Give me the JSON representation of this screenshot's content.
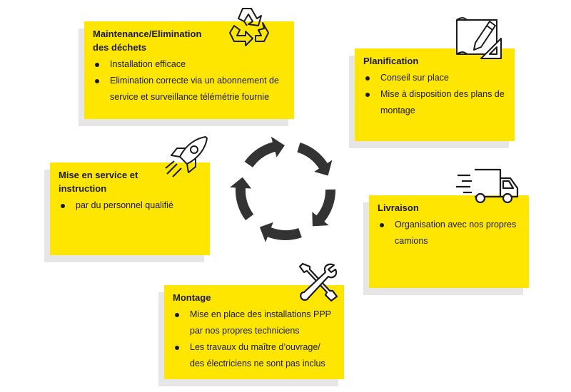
{
  "steps": {
    "maintenance": {
      "title_line1": "Maintenance/Elimination",
      "title_line2": "des déchets",
      "items": [
        "Installation efficace",
        "Elimination correcte via un abonnement de service et surveillance télémétrie fournie"
      ],
      "icon": "recycle-icon"
    },
    "planification": {
      "title": "Planification",
      "items": [
        "Conseil sur place",
        "Mise à disposition des plans de montage"
      ],
      "icon": "blueprint-icon"
    },
    "livraison": {
      "title": "Livraison",
      "items": [
        "Organisation avec nos propres camions"
      ],
      "icon": "truck-icon"
    },
    "montage": {
      "title": "Montage",
      "items": [
        "Mise en place des installations PPP par nos propres techniciens",
        "Les travaux du maître d’ouvrage/ des électriciens ne sont pas inclus"
      ],
      "icon": "tools-icon"
    },
    "mise_en_service": {
      "title_line1": "Mise en service et",
      "title_line2": "instruction",
      "items": [
        "par du personnel qualifié"
      ],
      "icon": "rocket-icon"
    }
  },
  "cycle_icon": "cycle-arrows-icon",
  "colors": {
    "card": "#ffe600",
    "shadow": "#e6e6e6",
    "arrows": "#333333",
    "text": "#1a1a1a"
  }
}
